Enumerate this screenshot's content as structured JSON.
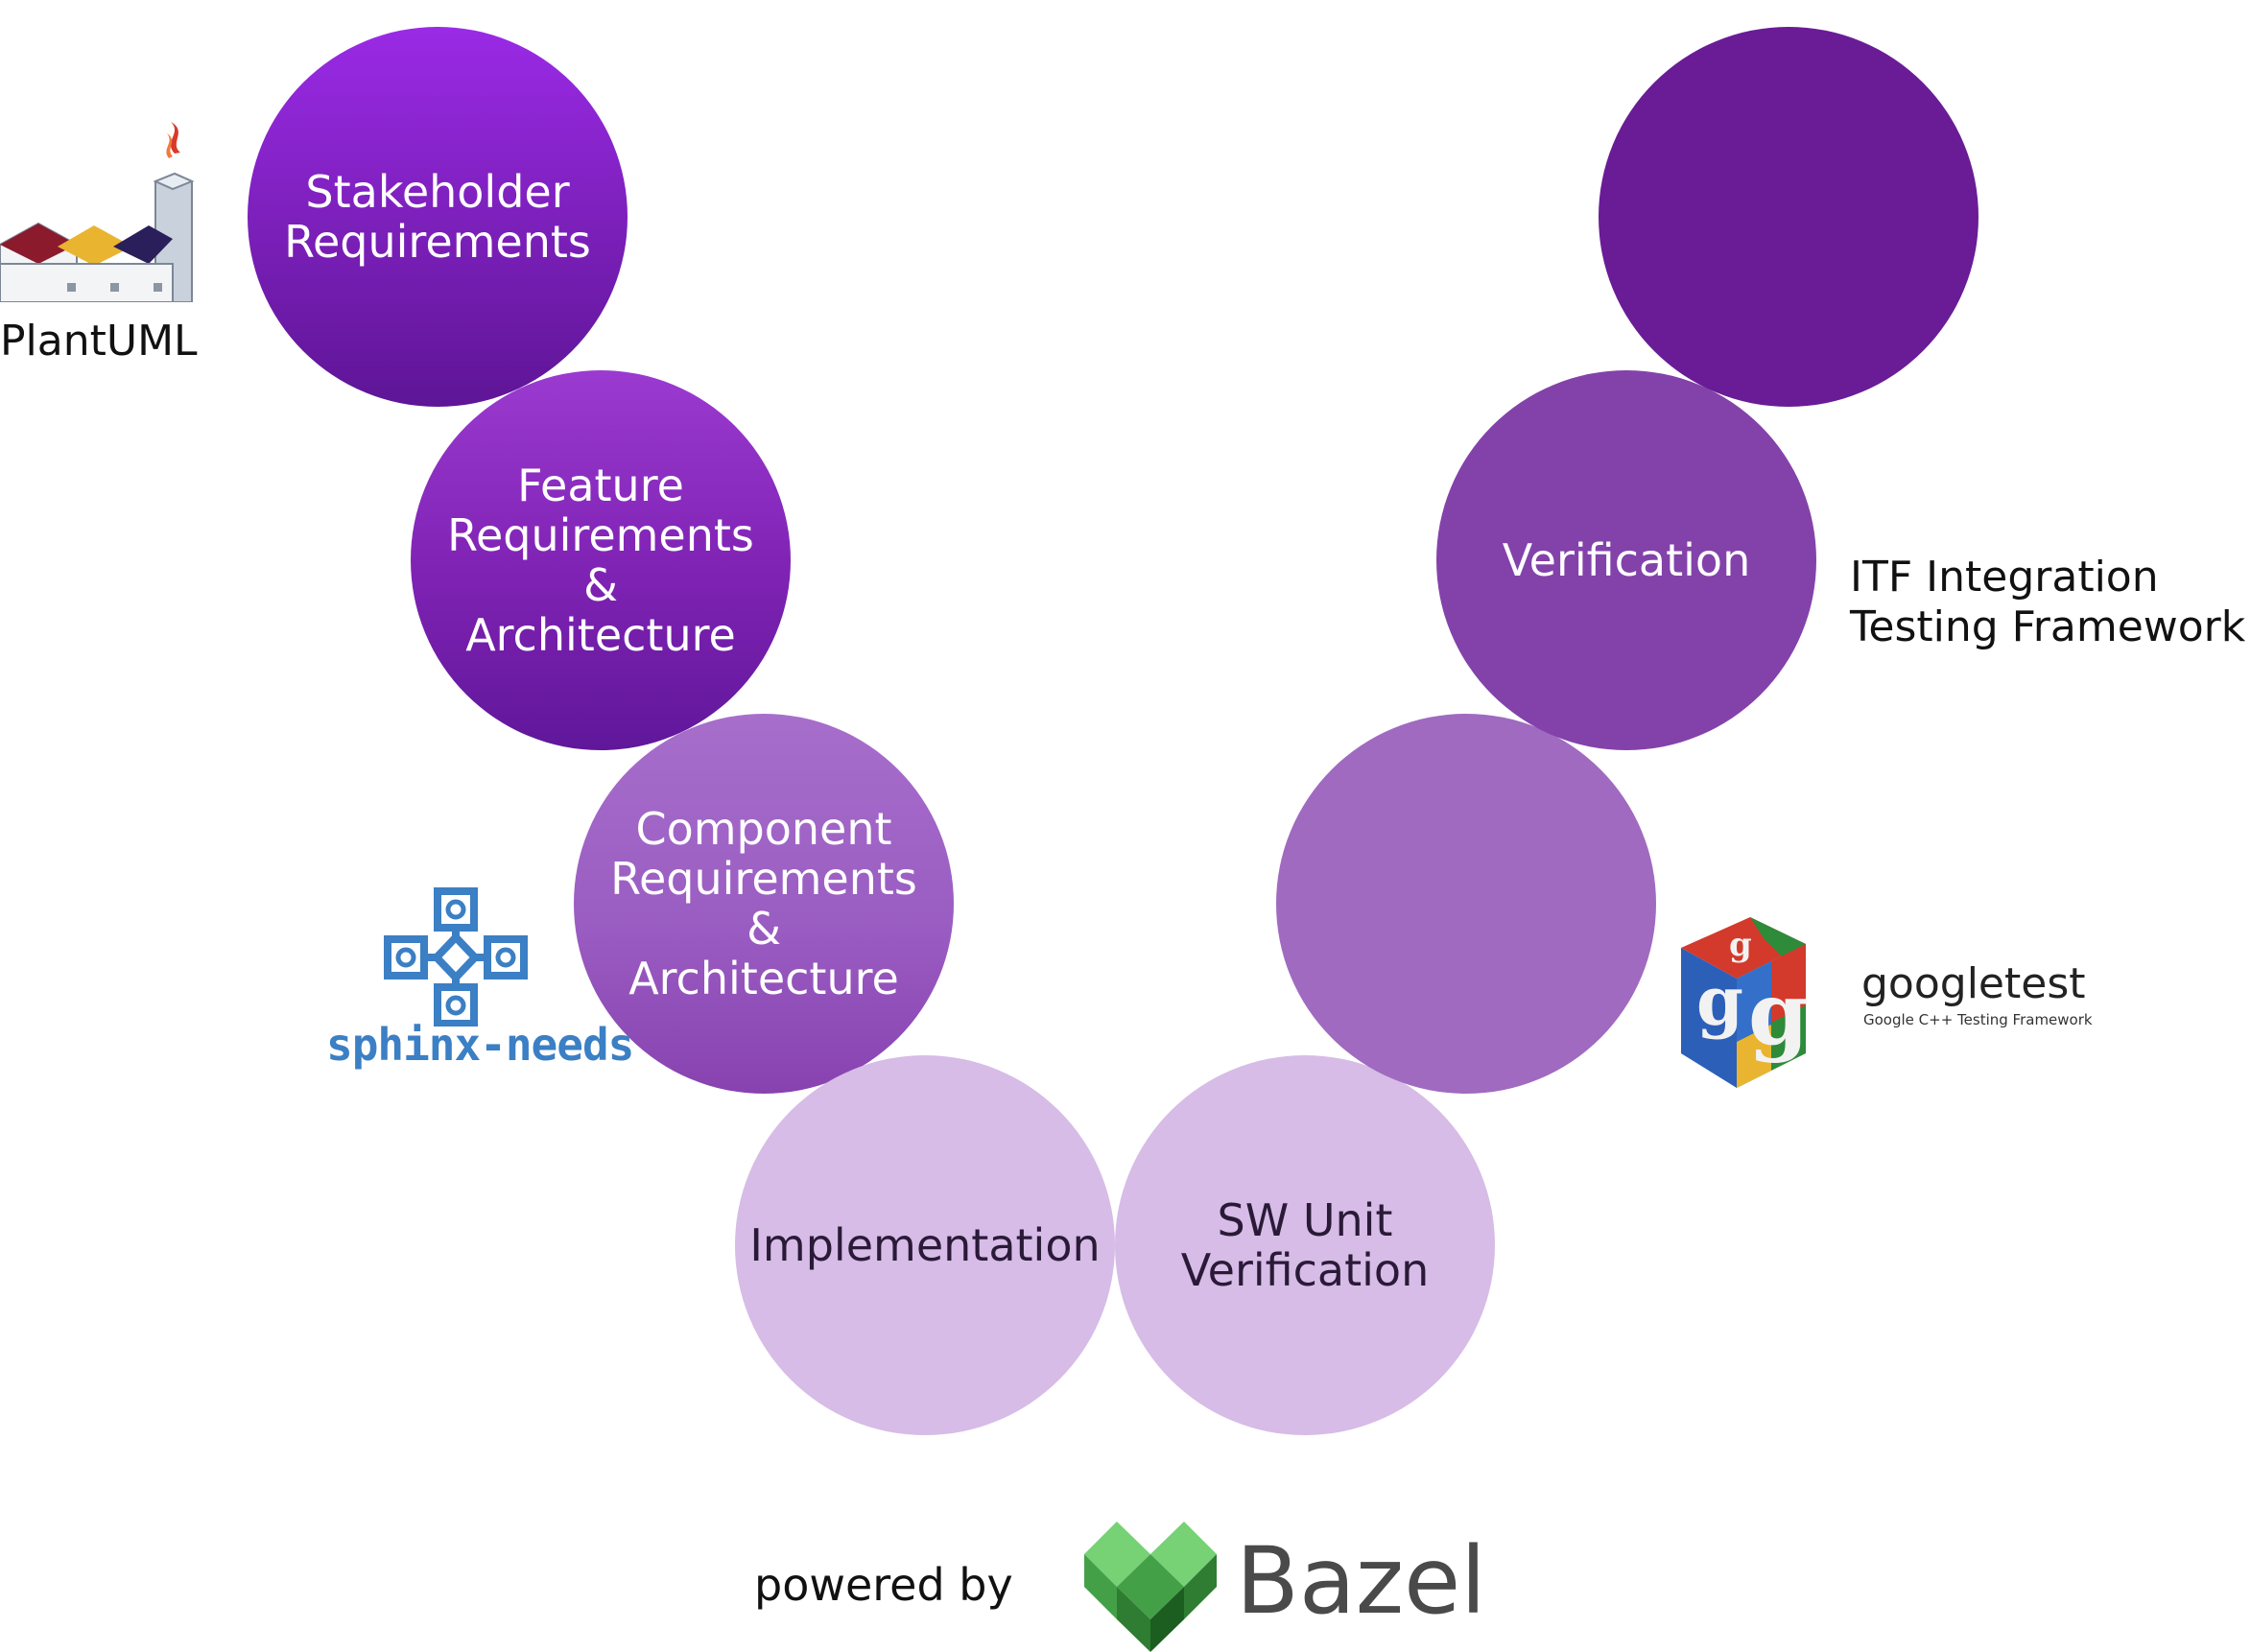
{
  "stages": {
    "stakeholder": "Stakeholder\nRequirements",
    "feature": "Feature\nRequirements &\nArchitecture",
    "component": "Component\nRequirements &\nArchitecture",
    "implementation": "Implementation",
    "sw_unit": "SW Unit\nVerification",
    "verification": "Verification"
  },
  "tools": {
    "plantuml": "PlantUML",
    "sphinx": "sphinx-needs",
    "itf": "ITF Integration\nTesting Framework",
    "googletest_title": "googletest",
    "googletest_sub": "Google C++ Testing Framework"
  },
  "footer": {
    "powered_by": "powered by",
    "bazel": "Bazel"
  },
  "colors": {
    "circle_dark": "#691c96",
    "circle_light": "#d6bce6",
    "bazel_green": "#43a047"
  }
}
